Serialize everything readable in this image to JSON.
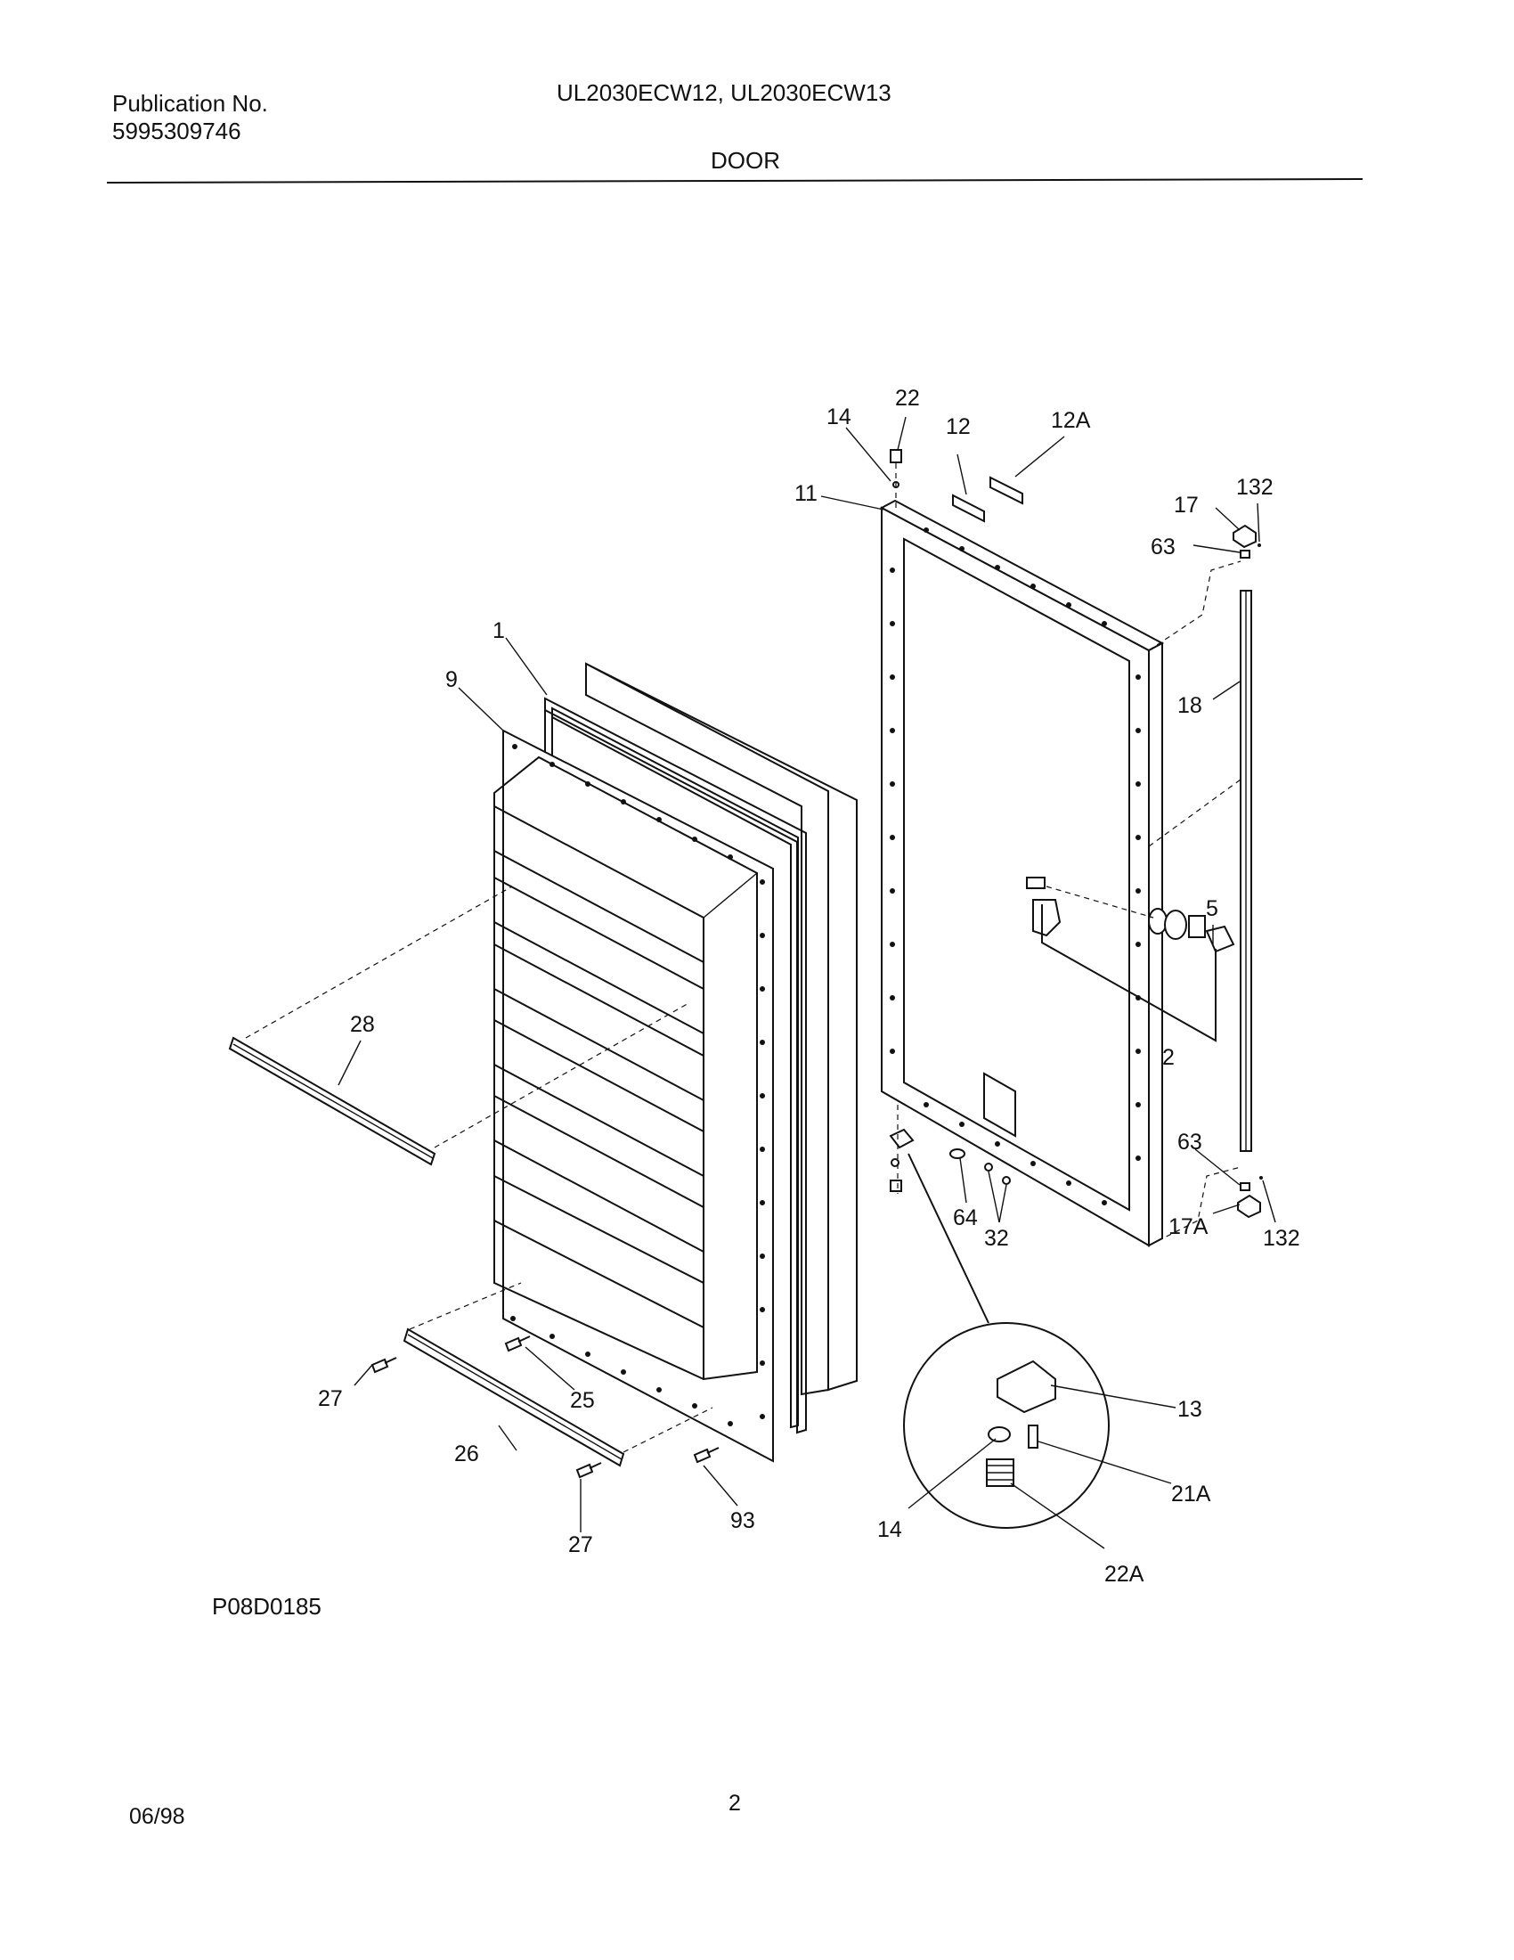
{
  "header": {
    "publication_label": "Publication No.",
    "publication_number": "5995309746",
    "models": "UL2030ECW12, UL2030ECW13",
    "section_title": "DOOR"
  },
  "footer": {
    "drawing_id": "P08D0185",
    "date": "06/98",
    "page_number": "2"
  },
  "callouts": {
    "c1": "1",
    "c9": "9",
    "c28": "28",
    "c27a": "27",
    "c25": "25",
    "c26": "26",
    "c27b": "27",
    "c93": "93",
    "c14a": "14",
    "c22": "22",
    "c12": "12",
    "c12a": "12A",
    "c11": "11",
    "c17": "17",
    "c132a": "132",
    "c63a": "63",
    "c18": "18",
    "c5": "5",
    "c2": "2",
    "c63b": "63",
    "c17a": "17A",
    "c132b": "132",
    "c64": "64",
    "c32": "32",
    "c13": "13",
    "c21a": "21A",
    "c14b": "14",
    "c22a": "22A"
  }
}
